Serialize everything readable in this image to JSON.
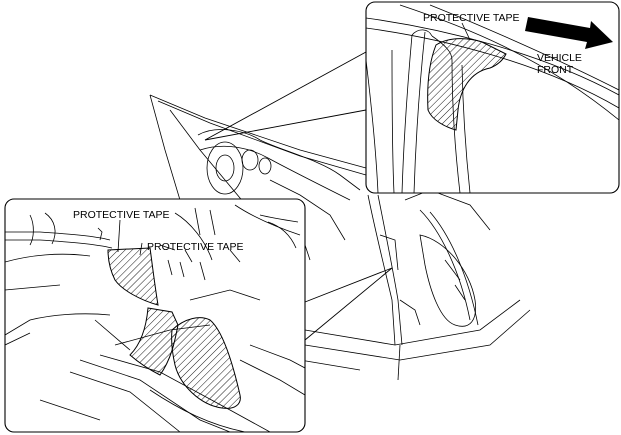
{
  "labels": {
    "protective_tape_top": "PROTECTIVE TAPE",
    "vehicle": "VEHICLE",
    "front": "FRONT",
    "protective_tape_left_1": "PROTECTIVE TAPE",
    "protective_tape_left_2": "PROTECTIVE TAPE"
  },
  "colors": {
    "line": "#000000",
    "background": "#ffffff"
  },
  "icons": {
    "direction_arrow": "vehicle-front-arrow-icon"
  }
}
